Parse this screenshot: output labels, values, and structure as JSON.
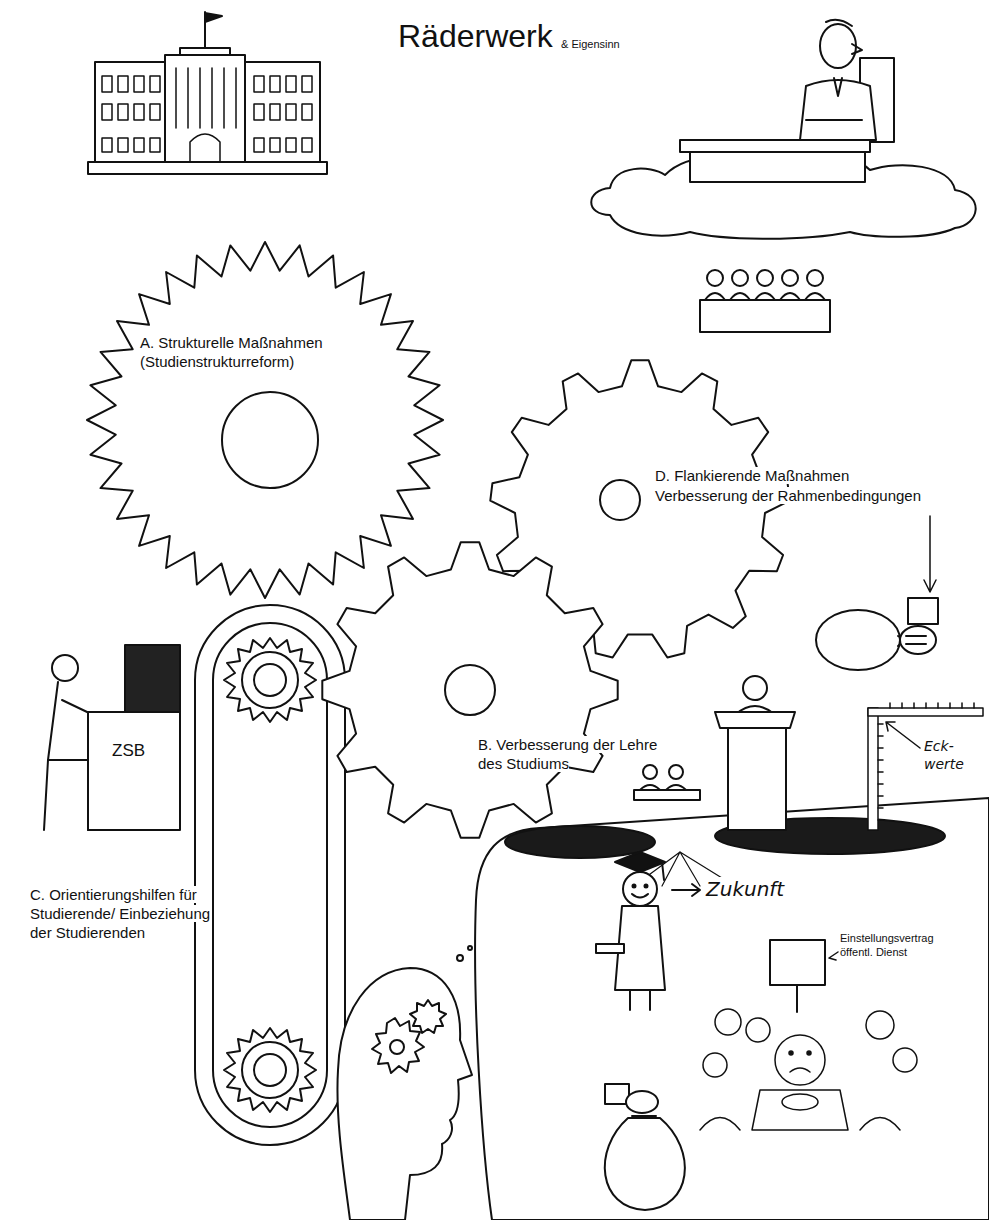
{
  "diagram": {
    "title": "Räderwerk",
    "nodes": [
      {
        "text": [
          "A. Strukturelle Maßnahmen (Studienstrukturreform)"
        ]
      },
      {
        "text": [
          "D. Flankierende Maßnahmen",
          "Verbesserung der Rahmenbedingungen"
        ]
      },
      {
        "text": [
          "B. Verbesserung der Lehre des Studiums"
        ]
      }
    ],
    "labels": [
      "& Eigensinn",
      "ZSB",
      "C. Orientierungshilfen für Studierende/ Einbeziehung der Studierenden",
      "Eck-werte",
      "Zukunft",
      "Einstellungsvertrag öffentl. Dienst"
    ]
  }
}
